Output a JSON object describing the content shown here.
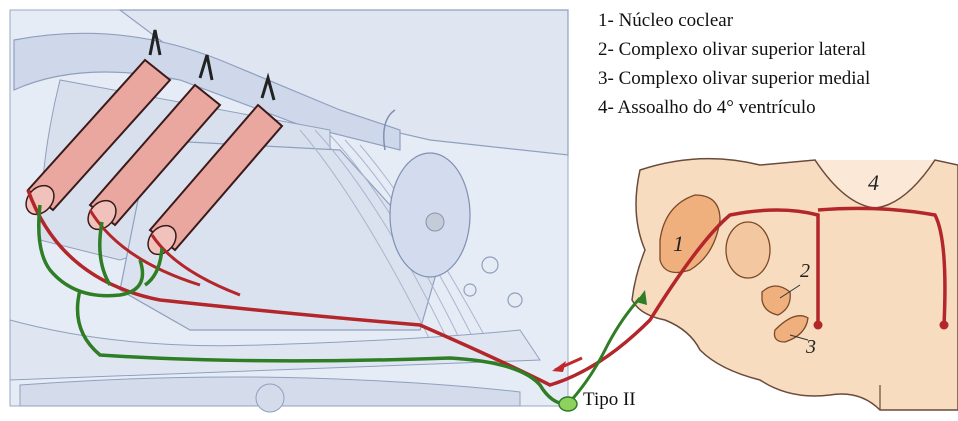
{
  "legend": [
    {
      "text": "1- Núcleo coclear"
    },
    {
      "text": "2- Complexo olivar superior lateral"
    },
    {
      "text": "3- Complexo olivar superior medial"
    },
    {
      "text": "4- Assoalho do 4° ventrículo"
    }
  ],
  "labels": {
    "n1": "1",
    "n2": "2",
    "n3": "3",
    "n4": "4",
    "tipo": "Tipo II"
  },
  "colors": {
    "panel_bg": "#e6ecf6",
    "panel_line": "#8fa0bf",
    "hair_cell_fill": "#e9a7a0",
    "hair_cell_stroke": "#3a1a1a",
    "red_fiber": "#b3262a",
    "green_fiber": "#2f7d25",
    "brainstem": "#f7dcc0",
    "nucleus": "#efb07e"
  }
}
